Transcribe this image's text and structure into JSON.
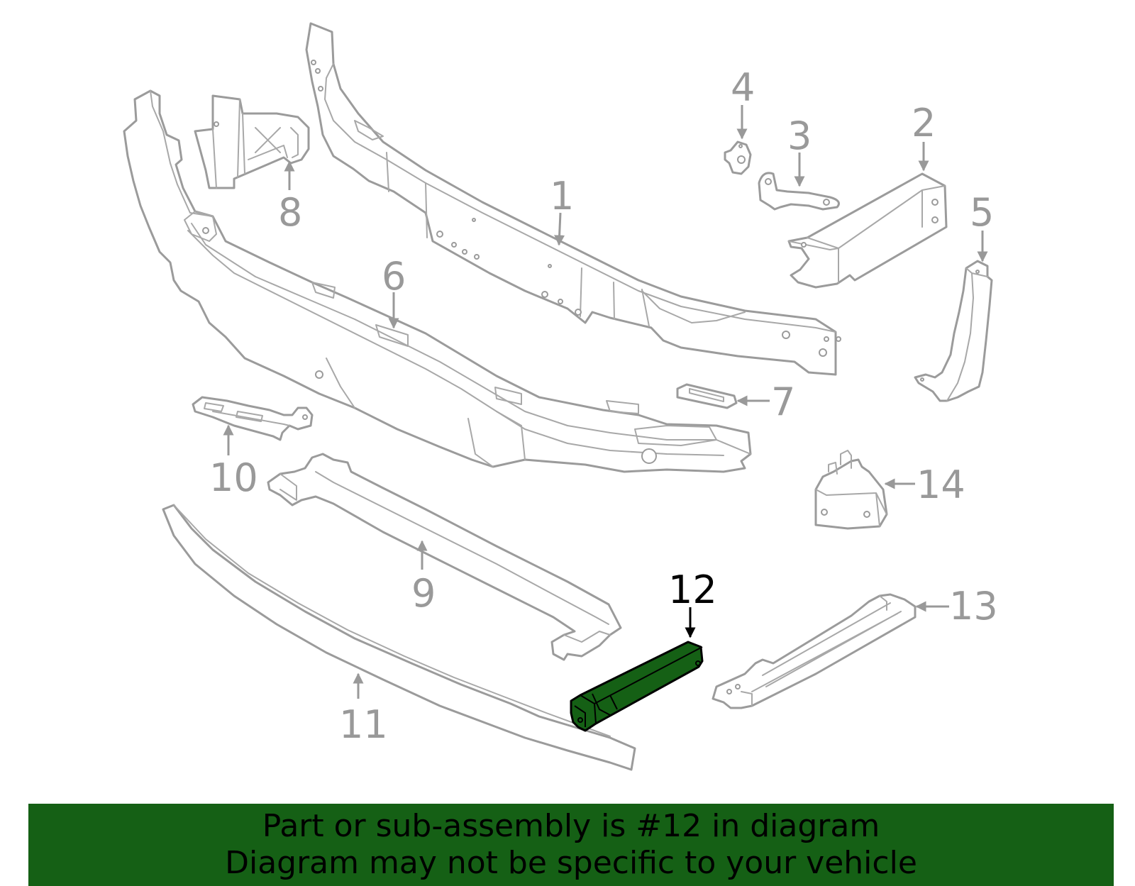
{
  "callouts": [
    {
      "id": "1",
      "label": "1"
    },
    {
      "id": "2",
      "label": "2"
    },
    {
      "id": "3",
      "label": "3"
    },
    {
      "id": "4",
      "label": "4"
    },
    {
      "id": "5",
      "label": "5"
    },
    {
      "id": "6",
      "label": "6"
    },
    {
      "id": "7",
      "label": "7"
    },
    {
      "id": "8",
      "label": "8"
    },
    {
      "id": "9",
      "label": "9"
    },
    {
      "id": "10",
      "label": "10"
    },
    {
      "id": "11",
      "label": "11"
    },
    {
      "id": "12",
      "label": "12"
    },
    {
      "id": "13",
      "label": "13"
    },
    {
      "id": "14",
      "label": "14"
    }
  ],
  "highlighted_part": "12",
  "colors": {
    "highlight": "#156015",
    "part_stroke": "#9b9b9b",
    "callout_text": "#999999",
    "highlight_text": "#000000"
  },
  "banner": {
    "line1": "Part or sub-assembly is #12 in diagram",
    "line2": "Diagram may not be specific to your vehicle"
  }
}
